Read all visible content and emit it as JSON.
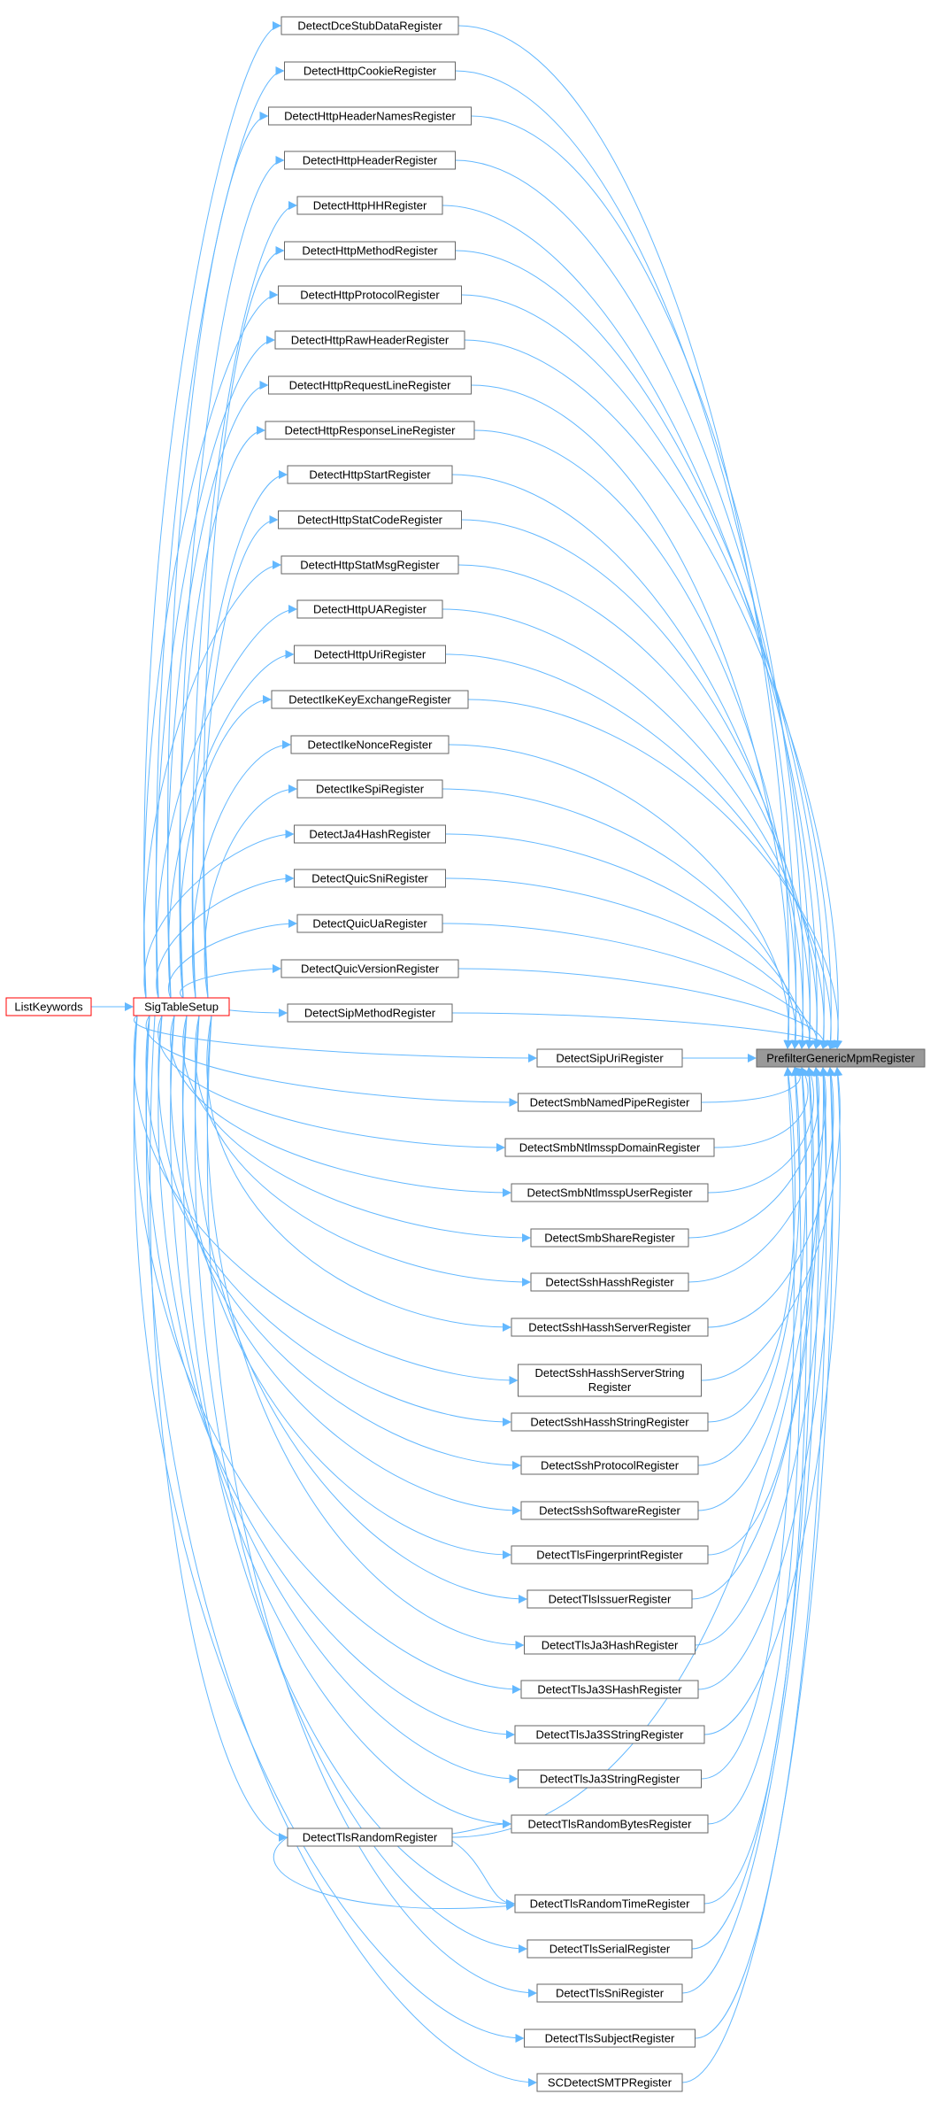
{
  "colors": {
    "edge": "#63b8ff",
    "node_border": "#666666",
    "node_fill": "#ffffff",
    "caller_border": "#ff0000",
    "target_fill": "#999999",
    "target_border": "#666666"
  },
  "nodes": {
    "target": "PrefilterGenericMpmRegister",
    "list_keywords": "ListKeywords",
    "sig_table_setup": "SigTableSetup",
    "tls_random_register": "DetectTlsRandomRegister",
    "left_column": [
      "DetectDceStubDataRegister",
      "DetectHttpCookieRegister",
      "DetectHttpHeaderNamesRegister",
      "DetectHttpHeaderRegister",
      "DetectHttpHHRegister",
      "DetectHttpMethodRegister",
      "DetectHttpProtocolRegister",
      "DetectHttpRawHeaderRegister",
      "DetectHttpRequestLineRegister",
      "DetectHttpResponseLineRegister",
      "DetectHttpStartRegister",
      "DetectHttpStatCodeRegister",
      "DetectHttpStatMsgRegister",
      "DetectHttpUARegister",
      "DetectHttpUriRegister",
      "DetectIkeKeyExchangeRegister",
      "DetectIkeNonceRegister",
      "DetectIkeSpiRegister",
      "DetectJa4HashRegister",
      "DetectQuicSniRegister",
      "DetectQuicUaRegister",
      "DetectQuicVersionRegister",
      "DetectSipMethodRegister"
    ],
    "right_column": [
      "DetectSipUriRegister",
      "DetectSmbNamedPipeRegister",
      "DetectSmbNtlmsspDomainRegister",
      "DetectSmbNtlmsspUserRegister",
      "DetectSmbShareRegister",
      "DetectSshHasshRegister",
      "DetectSshHasshServerRegister",
      "DetectSshHasshServerString Register",
      "DetectSshHasshStringRegister",
      "DetectSshProtocolRegister",
      "DetectSshSoftwareRegister",
      "DetectTlsFingerprintRegister",
      "DetectTlsIssuerRegister",
      "DetectTlsJa3HashRegister",
      "DetectTlsJa3SHashRegister",
      "DetectTlsJa3SStringRegister",
      "DetectTlsJa3StringRegister",
      "DetectTlsRandomBytesRegister",
      "DetectTlsRandomTimeRegister",
      "DetectTlsSerialRegister",
      "DetectTlsSniRegister",
      "DetectTlsSubjectRegister",
      "SCDetectSMTPRegister"
    ]
  }
}
